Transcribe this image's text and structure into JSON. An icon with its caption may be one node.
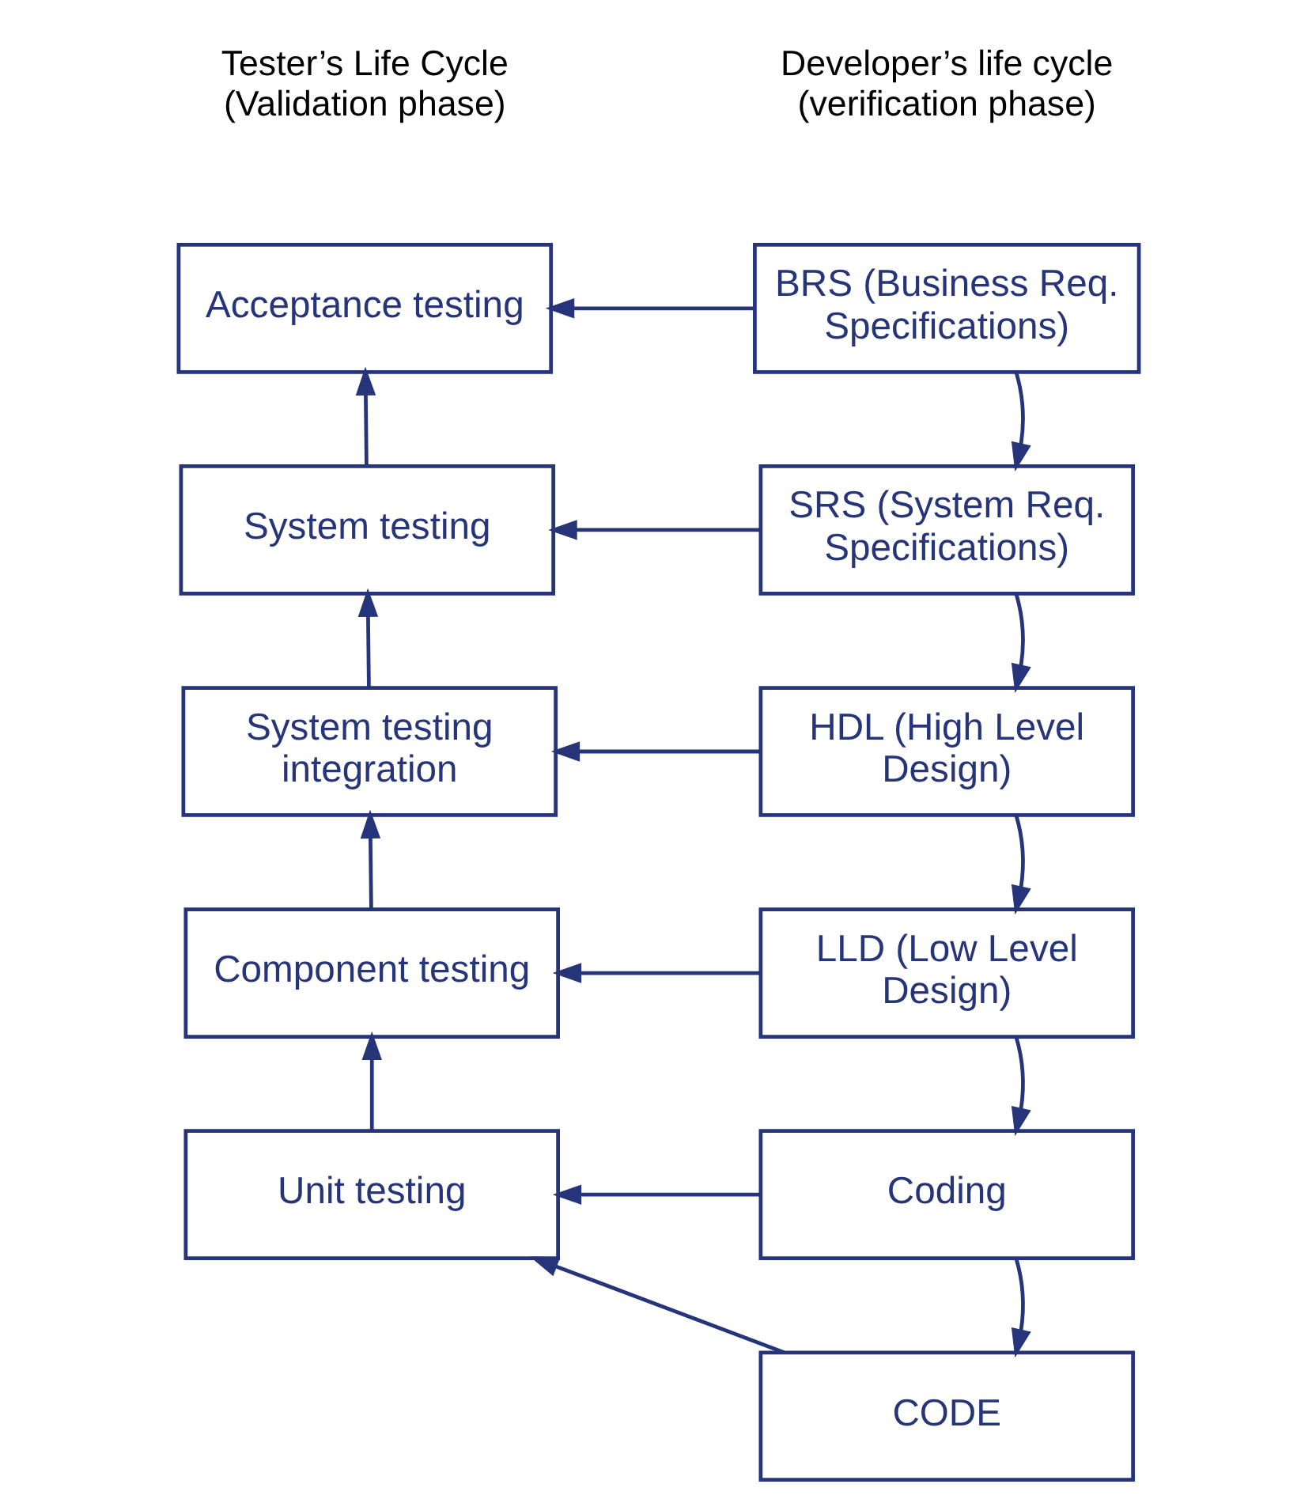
{
  "diagram": {
    "nodes": [
      {
        "text": [
          "BRS (Business Req. Specifications)"
        ]
      },
      {
        "text": [
          "SRS (System Req. Specifications)"
        ]
      },
      {
        "text": [
          "HDL (High Level Design)"
        ]
      },
      {
        "text": [
          "LLD (Low Level Design)"
        ]
      },
      {
        "text": [
          "Coding"
        ]
      },
      {
        "text": [
          "CODE"
        ]
      },
      {
        "text": [
          "Acceptance testing"
        ]
      },
      {
        "text": [
          "System testing"
        ]
      },
      {
        "text": [
          "System testing integration"
        ]
      },
      {
        "text": [
          "Component testing"
        ]
      },
      {
        "text": [
          "Unit testing"
        ]
      }
    ],
    "edges": [
      {
        "from": 0,
        "to": 6,
        "arrow": "to"
      },
      {
        "from": 0,
        "to": 1,
        "arrow": "to"
      },
      {
        "from": 7,
        "to": 6,
        "arrow": "to"
      },
      {
        "from": 1,
        "to": 7,
        "arrow": "to"
      },
      {
        "from": 1,
        "to": 2,
        "arrow": "to"
      },
      {
        "from": 8,
        "to": 7,
        "arrow": "to"
      },
      {
        "from": 2,
        "to": 8,
        "arrow": "to"
      },
      {
        "from": 2,
        "to": 3,
        "arrow": "to"
      },
      {
        "from": 9,
        "to": 8,
        "arrow": "to"
      },
      {
        "from": 3,
        "to": 9,
        "arrow": "to"
      },
      {
        "from": 3,
        "to": 4,
        "arrow": "to"
      },
      {
        "from": 10,
        "to": 9,
        "arrow": "to"
      },
      {
        "from": 4,
        "to": 10,
        "arrow": "to"
      },
      {
        "from": 4,
        "to": 5,
        "arrow": "to"
      },
      {
        "from": 5,
        "to": 10,
        "arrow": "to"
      }
    ],
    "labels": [
      "Developer’s life cycle (verification phase)",
      "Tester’s Life Cycle (Validation phase)"
    ]
  }
}
